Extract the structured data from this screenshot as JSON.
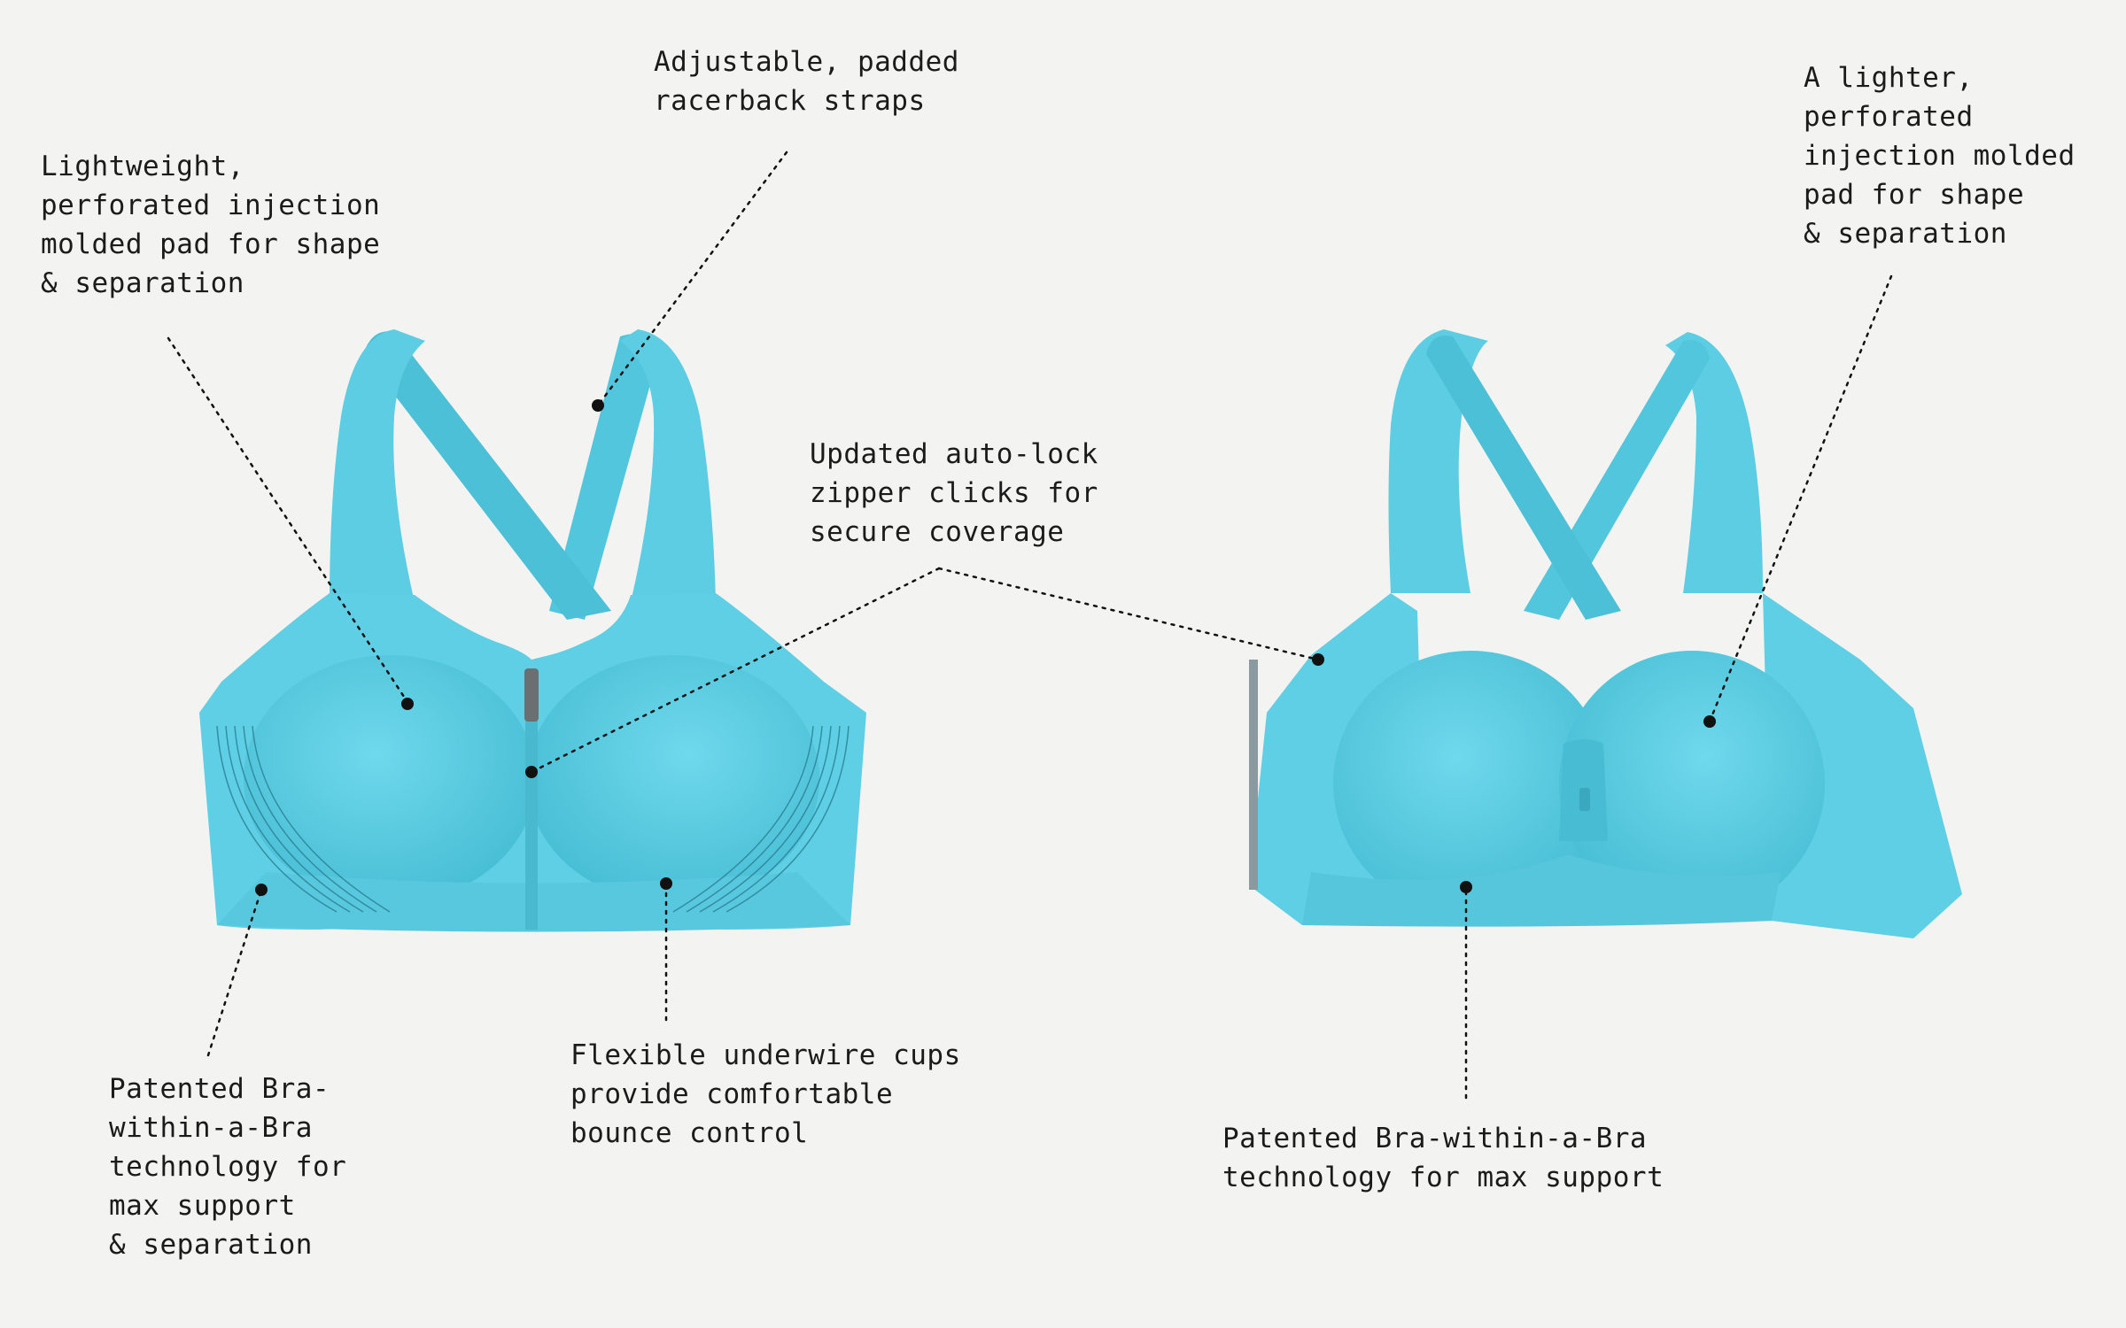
{
  "colors": {
    "background": "#f3f3f2",
    "fabric": "#5ecfe4",
    "fabric_shadow": "#3fb5cc",
    "fabric_dark": "#2a9db4",
    "zipper": "#6b6f72",
    "leader": "#111111"
  },
  "callouts": {
    "lightweight_pad": "Lightweight,\nperforated injection\nmolded pad for shape\n& separation",
    "racerback_straps": "Adjustable, padded\nracerback straps",
    "lighter_pad": "A lighter,\nperforated\ninjection molded\npad for shape\n& separation",
    "zipper": "Updated auto-lock\nzipper clicks for\nsecure coverage",
    "bra_within_left": "Patented Bra-\nwithin-a-Bra\ntechnology for\nmax support\n& separation",
    "underwire": "Flexible underwire cups\nprovide comfortable\nbounce control",
    "bra_within_right": "Patented Bra-within-a-Bra\ntechnology for max support"
  }
}
